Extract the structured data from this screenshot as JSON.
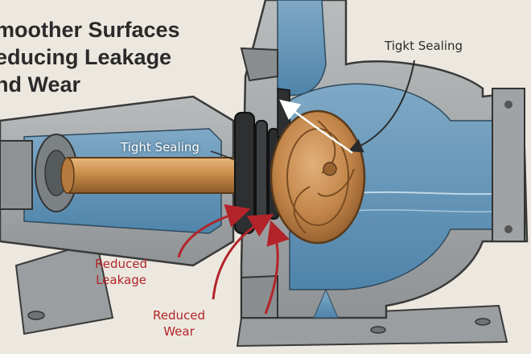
{
  "headline": {
    "line1": "moother Surfaces",
    "line2": "educing Leakage",
    "line3": "nd Wear"
  },
  "callouts": {
    "tight_sealing_top": "Tigkt Sealing",
    "tight_sealing_left": "Tight Sealing",
    "reduced_leakage": [
      "Reduced",
      "Leakage"
    ],
    "reduced_wear": [
      "Reduced",
      "Wear"
    ]
  },
  "colors": {
    "background": "#ece8df",
    "casing": "#a9adaf",
    "water": "#5f93b6",
    "shaft": "#c98d4a",
    "impeller": "#c9925a",
    "accent_red": "#b3242a"
  }
}
